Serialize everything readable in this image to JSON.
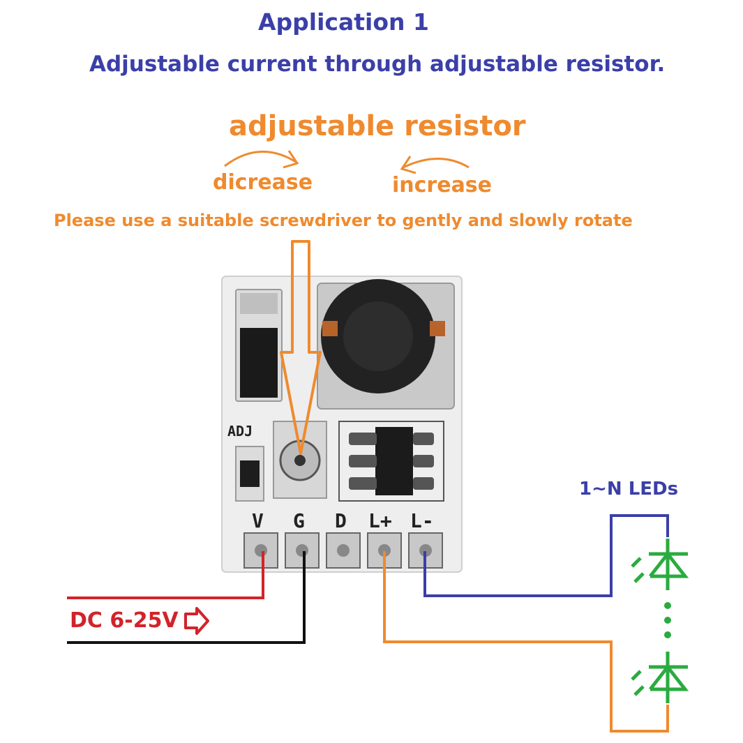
{
  "title": "Application 1",
  "subtitle": "Adjustable current through adjustable resistor.",
  "resistor_label": "adjustable resistor",
  "decrease_label": "dicrease",
  "increase_label": "increase",
  "instruction": "Please use a suitable screwdriver to gently and slowly rotate",
  "board": {
    "adj_label": "ADJ",
    "pins": [
      "V",
      "G",
      "D",
      "L+",
      "L-"
    ]
  },
  "leds_label": "1~N LEDs",
  "supply_label": "DC 6-25V",
  "colors": {
    "title": "#3b3fa8",
    "accent": "#ef8a2e",
    "supply": "#d2232a",
    "led": "#2bab3f",
    "led_wire": "#3b3fa8",
    "ground": "#111111"
  }
}
